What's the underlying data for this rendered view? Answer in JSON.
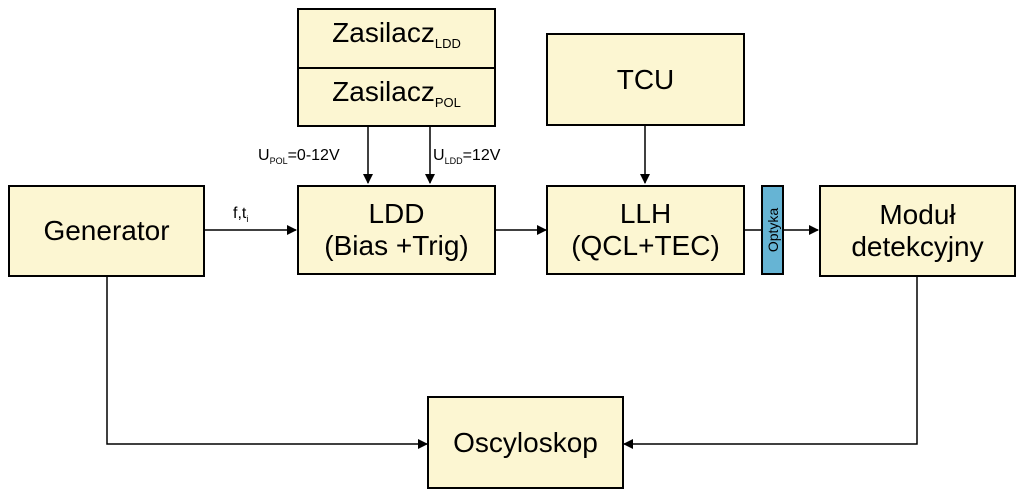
{
  "blocks": {
    "zasilacz_ldd": {
      "main": "Zasilacz",
      "sub": "LDD"
    },
    "zasilacz_pol": {
      "main": "Zasilacz",
      "sub": "POL"
    },
    "tcu": {
      "label": "TCU"
    },
    "generator": {
      "label": "Generator"
    },
    "ldd": {
      "line1": "LDD",
      "line2": "(Bias +Trig)"
    },
    "llh": {
      "line1": "LLH",
      "line2": "(QCL+TEC)"
    },
    "optyka": {
      "label": "Optyka"
    },
    "modul": {
      "line1": "Moduł",
      "line2": "detekcyjny"
    },
    "oscyloskop": {
      "label": "Oscyloskop"
    }
  },
  "connections": {
    "u_pol": {
      "symbol": "U",
      "sub": "POL",
      "value": "=0-12V"
    },
    "u_ldd": {
      "symbol": "U",
      "sub": "LDD",
      "value": "=12V"
    },
    "f_ti": {
      "main": "f,t",
      "sub": "i"
    }
  },
  "colors": {
    "block_fill": "#fcf6d2",
    "optyka_fill": "#66b4d4",
    "line": "#000000"
  }
}
